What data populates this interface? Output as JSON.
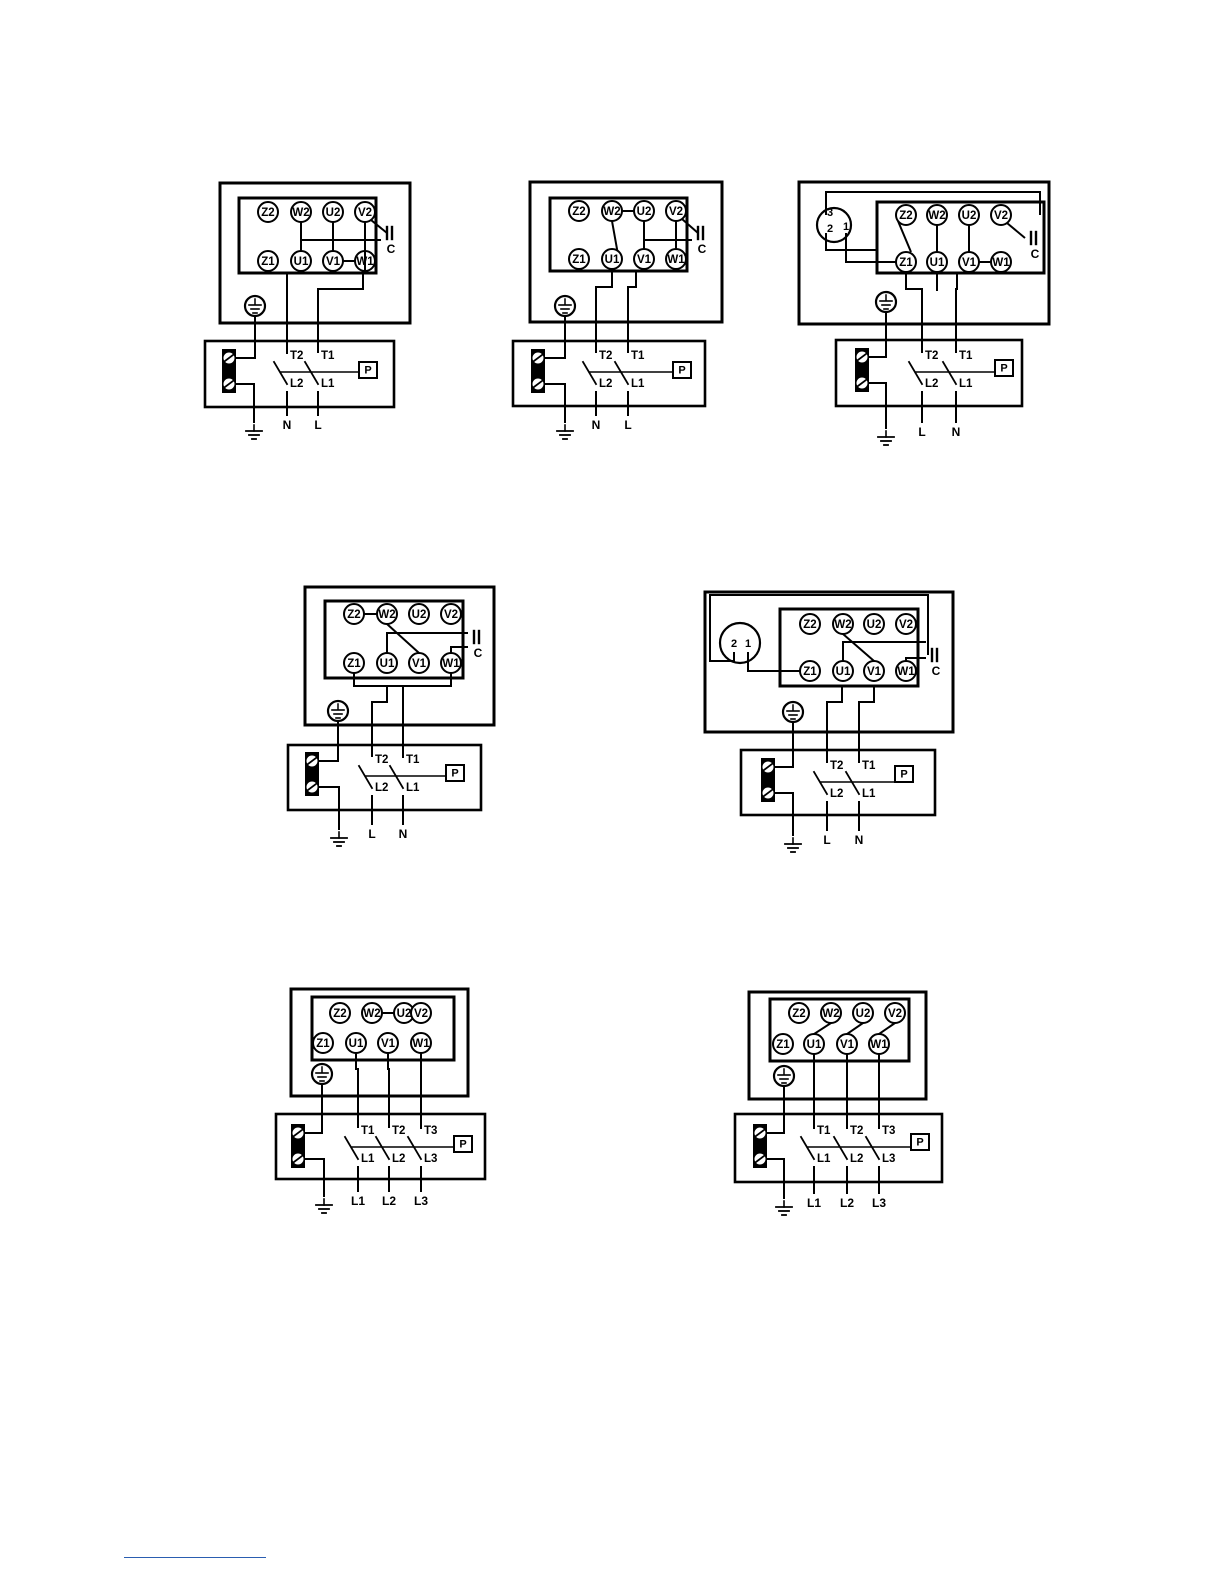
{
  "colors": {
    "ink": "#000000",
    "paper": "#ffffff",
    "footer_rule": "#2a5db0"
  },
  "icons": [
    "earth-ground-icon",
    "screw-terminal-icon",
    "capacitor-icon",
    "start-switch-icon"
  ],
  "diagrams": [
    {
      "id": "d1",
      "terminals_top": [
        "Z2",
        "W2",
        "U2",
        "V2"
      ],
      "terminals_bottom": [
        "Z1",
        "U1",
        "V1",
        "W1"
      ],
      "capacitor_label": "C",
      "switch_terminals": [
        "T2",
        "T1"
      ],
      "line_labels_inside": [
        "L2",
        "L1"
      ],
      "pressure_label": "P",
      "supply_labels": [
        "N",
        "L"
      ]
    },
    {
      "id": "d2",
      "terminals_top": [
        "Z2",
        "W2",
        "U2",
        "V2"
      ],
      "terminals_bottom": [
        "Z1",
        "U1",
        "V1",
        "W1"
      ],
      "capacitor_label": "C",
      "switch_terminals": [
        "T2",
        "T1"
      ],
      "line_labels_inside": [
        "L2",
        "L1"
      ],
      "pressure_label": "P",
      "supply_labels": [
        "N",
        "L"
      ]
    },
    {
      "id": "d3",
      "terminals_top": [
        "Z2",
        "W2",
        "U2",
        "V2"
      ],
      "terminals_bottom": [
        "Z1",
        "U1",
        "V1",
        "W1"
      ],
      "relay_labels": [
        "3",
        "2",
        "1"
      ],
      "capacitor_label": "C",
      "switch_terminals": [
        "T2",
        "T1"
      ],
      "line_labels_inside": [
        "L2",
        "L1"
      ],
      "pressure_label": "P",
      "supply_labels": [
        "L",
        "N"
      ]
    },
    {
      "id": "d4",
      "terminals_top": [
        "Z2",
        "W2",
        "U2",
        "V2"
      ],
      "terminals_bottom": [
        "Z1",
        "U1",
        "V1",
        "W1"
      ],
      "capacitor_label": "C",
      "switch_terminals": [
        "T2",
        "T1"
      ],
      "line_labels_inside": [
        "L2",
        "L1"
      ],
      "pressure_label": "P",
      "supply_labels": [
        "L",
        "N"
      ]
    },
    {
      "id": "d5",
      "terminals_top": [
        "Z2",
        "W2",
        "U2",
        "V2"
      ],
      "terminals_bottom": [
        "Z1",
        "U1",
        "V1",
        "W1"
      ],
      "relay_labels": [
        "2",
        "1"
      ],
      "capacitor_label": "C",
      "switch_terminals": [
        "T2",
        "T1"
      ],
      "line_labels_inside": [
        "L2",
        "L1"
      ],
      "pressure_label": "P",
      "supply_labels": [
        "L",
        "N"
      ]
    },
    {
      "id": "d6",
      "terminals_top": [
        "Z2",
        "W2",
        "U2",
        "V2"
      ],
      "terminals_bottom": [
        "Z1",
        "U1",
        "V1",
        "W1"
      ],
      "switch_terminals": [
        "T1",
        "T2",
        "T3"
      ],
      "line_labels_inside": [
        "L1",
        "L2",
        "L3"
      ],
      "pressure_label": "P",
      "supply_labels": [
        "L1",
        "L2",
        "L3"
      ]
    },
    {
      "id": "d7",
      "terminals_top": [
        "Z2",
        "W2",
        "U2",
        "V2"
      ],
      "terminals_bottom": [
        "Z1",
        "U1",
        "V1",
        "W1"
      ],
      "switch_terminals": [
        "T1",
        "T2",
        "T3"
      ],
      "line_labels_inside": [
        "L1",
        "L2",
        "L3"
      ],
      "pressure_label": "P",
      "supply_labels": [
        "L1",
        "L2",
        "L3"
      ]
    }
  ]
}
